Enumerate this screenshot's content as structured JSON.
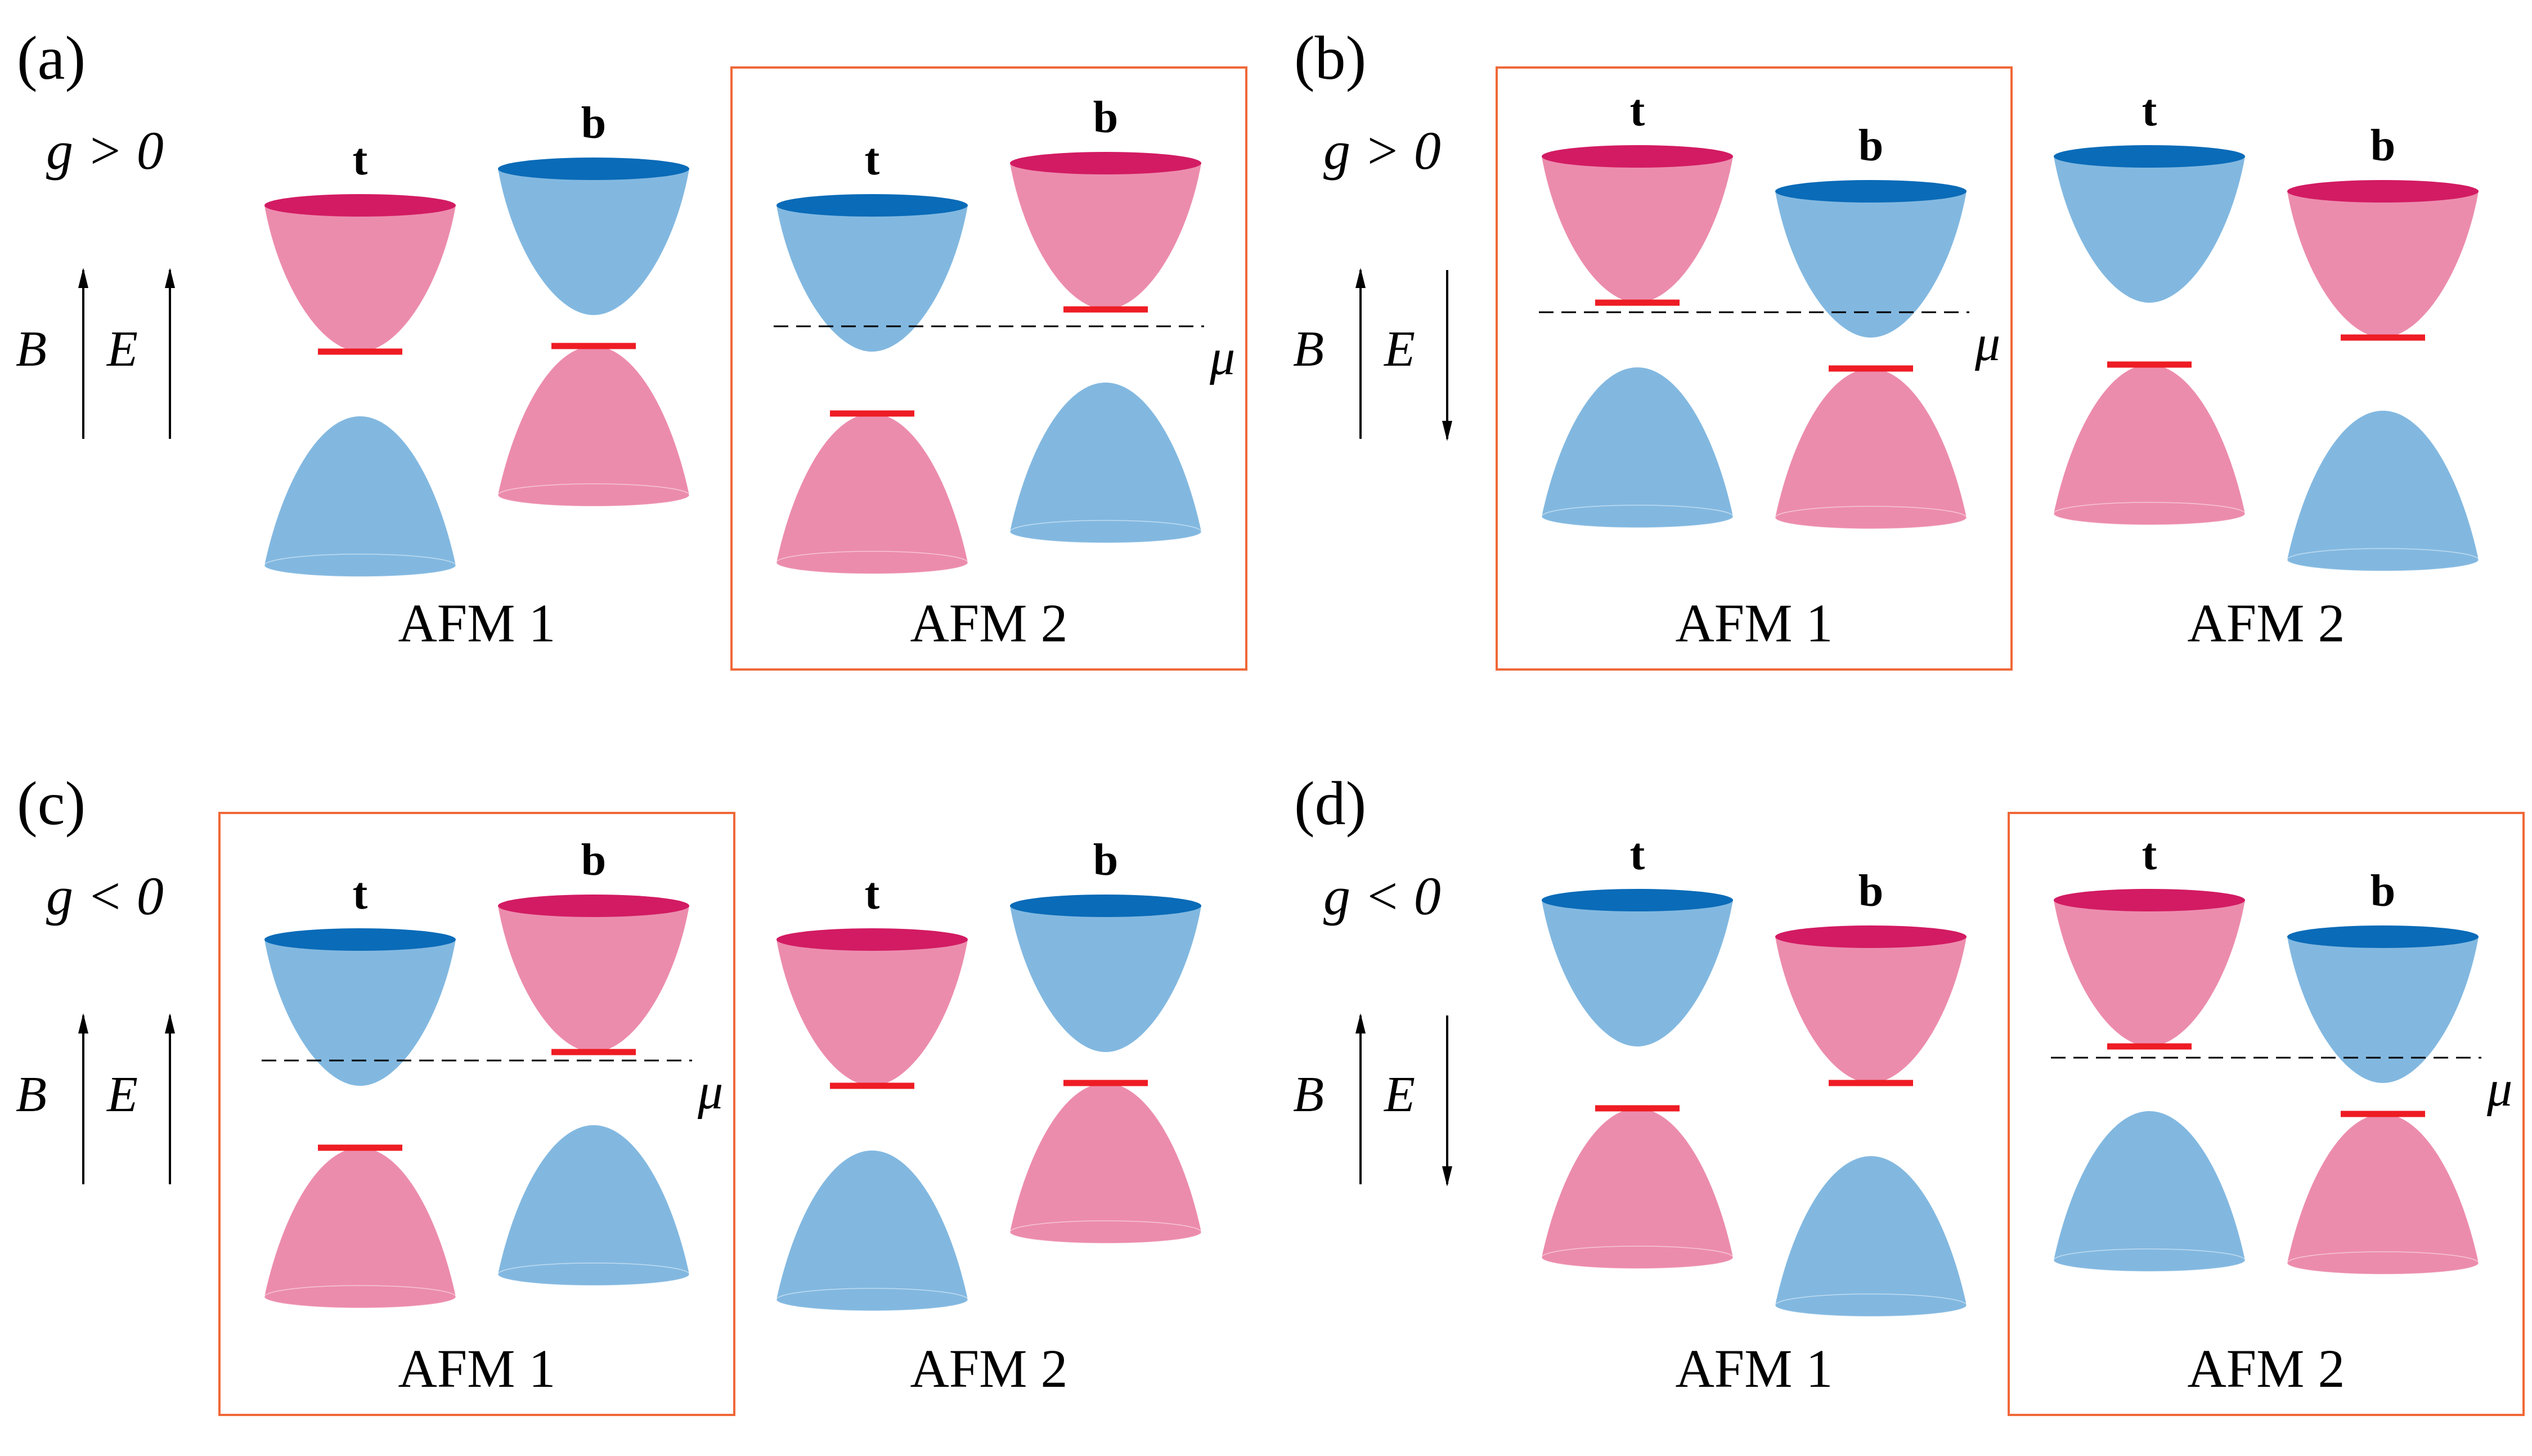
{
  "colors": {
    "pink_cone": "#ec8cad",
    "pink_rim": "#d21b63",
    "blue_cone": "#82b8e0",
    "blue_rim": "#0a6bb8",
    "gap_marker": "#ee1c24",
    "box_outline": "#f06838",
    "ink": "#000000"
  },
  "panels": [
    {
      "id": "a",
      "label": "(a)",
      "g_text": "g > 0",
      "b_field": "B",
      "e_field": "E",
      "e_direction": "up",
      "groups": [
        {
          "name": "AFM 1",
          "highlighted": false,
          "show_mu": false,
          "cones": [
            {
              "layer": "t",
              "conduction": "pink",
              "valence": "blue"
            },
            {
              "layer": "b",
              "conduction": "blue",
              "valence": "pink"
            }
          ]
        },
        {
          "name": "AFM 2",
          "highlighted": true,
          "show_mu": true,
          "mu": "μ",
          "cones": [
            {
              "layer": "t",
              "conduction": "blue",
              "valence": "pink"
            },
            {
              "layer": "b",
              "conduction": "pink",
              "valence": "blue"
            }
          ]
        }
      ]
    },
    {
      "id": "b",
      "label": "(b)",
      "g_text": "g > 0",
      "b_field": "B",
      "e_field": "E",
      "e_direction": "down",
      "groups": [
        {
          "name": "AFM 1",
          "highlighted": true,
          "show_mu": true,
          "mu": "μ",
          "cones": [
            {
              "layer": "t",
              "conduction": "pink",
              "valence": "blue"
            },
            {
              "layer": "b",
              "conduction": "blue",
              "valence": "pink"
            }
          ]
        },
        {
          "name": "AFM 2",
          "highlighted": false,
          "show_mu": false,
          "cones": [
            {
              "layer": "t",
              "conduction": "blue",
              "valence": "pink"
            },
            {
              "layer": "b",
              "conduction": "pink",
              "valence": "blue"
            }
          ]
        }
      ]
    },
    {
      "id": "c",
      "label": "(c)",
      "g_text": "g < 0",
      "b_field": "B",
      "e_field": "E",
      "e_direction": "up",
      "groups": [
        {
          "name": "AFM 1",
          "highlighted": true,
          "show_mu": true,
          "mu": "μ",
          "cones": [
            {
              "layer": "t",
              "conduction": "blue",
              "valence": "pink"
            },
            {
              "layer": "b",
              "conduction": "pink",
              "valence": "blue"
            }
          ]
        },
        {
          "name": "AFM 2",
          "highlighted": false,
          "show_mu": false,
          "cones": [
            {
              "layer": "t",
              "conduction": "pink",
              "valence": "blue"
            },
            {
              "layer": "b",
              "conduction": "blue",
              "valence": "pink"
            }
          ]
        }
      ]
    },
    {
      "id": "d",
      "label": "(d)",
      "g_text": "g < 0",
      "b_field": "B",
      "e_field": "E",
      "e_direction": "down",
      "groups": [
        {
          "name": "AFM 1",
          "highlighted": false,
          "show_mu": false,
          "cones": [
            {
              "layer": "t",
              "conduction": "blue",
              "valence": "pink"
            },
            {
              "layer": "b",
              "conduction": "pink",
              "valence": "blue"
            }
          ]
        },
        {
          "name": "AFM 2",
          "highlighted": true,
          "show_mu": true,
          "mu": "μ",
          "cones": [
            {
              "layer": "t",
              "conduction": "pink",
              "valence": "blue"
            },
            {
              "layer": "b",
              "conduction": "blue",
              "valence": "pink"
            }
          ]
        }
      ]
    }
  ]
}
